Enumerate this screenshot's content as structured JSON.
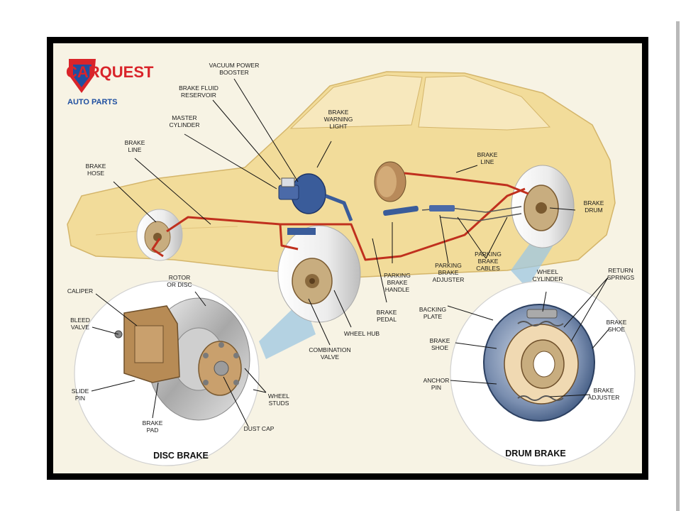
{
  "brand": {
    "name": "CARQUEST",
    "sub": "AUTO PARTS",
    "red": "#d9242a",
    "blue": "#1f4fa0"
  },
  "labels": {
    "vacuum_power_booster": [
      "VACUUM POWER",
      "BOOSTER"
    ],
    "brake_fluid_reservoir": [
      "BRAKE FLUID",
      "RESERVOIR"
    ],
    "master_cylinder": [
      "MASTER",
      "CYLINDER"
    ],
    "brake_warning_light": [
      "BRAKE",
      "WARNING",
      "LIGHT"
    ],
    "brake_line_front": [
      "BRAKE",
      "LINE"
    ],
    "brake_hose": [
      "BRAKE",
      "HOSE"
    ],
    "brake_line_rear": [
      "BRAKE",
      "LINE"
    ],
    "brake_drum": [
      "BRAKE",
      "DRUM"
    ],
    "parking_brake_handle": [
      "PARKING",
      "BRAKE",
      "HANDLE"
    ],
    "parking_brake_adjuster": [
      "PARKING",
      "BRAKE",
      "ADJUSTER"
    ],
    "parking_brake_cables": [
      "PARKING",
      "BRAKE",
      "CABLES"
    ],
    "brake_pedal": [
      "BRAKE",
      "PEDAL"
    ],
    "wheel_hub": [
      "WHEEL HUB"
    ],
    "combination_valve": [
      "COMBINATION",
      "VALVE"
    ],
    "rotor_or_disc": [
      "ROTOR",
      "OR DISC"
    ],
    "caliper": [
      "CALIPER"
    ],
    "bleed_valve": [
      "BLEED",
      "VALVE"
    ],
    "slide_pin": [
      "SLIDE",
      "PIN"
    ],
    "brake_pad": [
      "BRAKE",
      "PAD"
    ],
    "dust_cap": [
      "DUST CAP"
    ],
    "wheel_studs": [
      "WHEEL",
      "STUDS"
    ],
    "wheel_cylinder": [
      "WHEEL",
      "CYLINDER"
    ],
    "return_springs": [
      "RETURN",
      "SPRINGS"
    ],
    "backing_plate": [
      "BACKING",
      "PLATE"
    ],
    "brake_shoe_right": [
      "BRAKE",
      "SHOE"
    ],
    "brake_shoe_left": [
      "BRAKE",
      "SHOE"
    ],
    "anchor_pin": [
      "ANCHOR",
      "PIN"
    ],
    "brake_adjuster": [
      "BRAKE",
      "ADJUSTER"
    ]
  },
  "titles": {
    "disc": "DISC BRAKE",
    "drum": "DRUM BRAKE"
  },
  "colors": {
    "background": "#f7f3e4",
    "car_body": "#f2dc9a",
    "brake_line": "#c0301e",
    "metal": "#b5b5b5",
    "blue_parts": "#3a5c9a",
    "caliper": "#b78b55"
  }
}
